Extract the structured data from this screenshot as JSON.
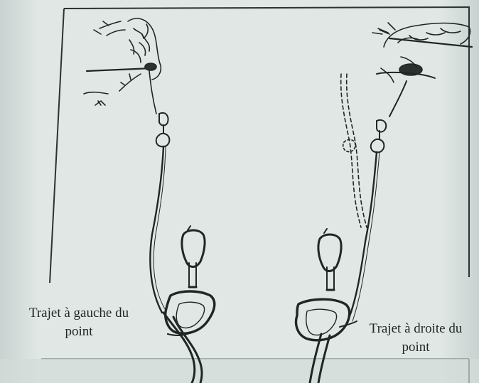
{
  "diagram": {
    "left_caption": {
      "line1": "Trajet à gauche du",
      "line2": "point"
    },
    "right_caption": {
      "line1": "Trajet à droite du",
      "line2": "point"
    }
  },
  "colors": {
    "paper": "#dfe6e4",
    "ink": "#1f2624",
    "background": "#cfd8d6"
  }
}
